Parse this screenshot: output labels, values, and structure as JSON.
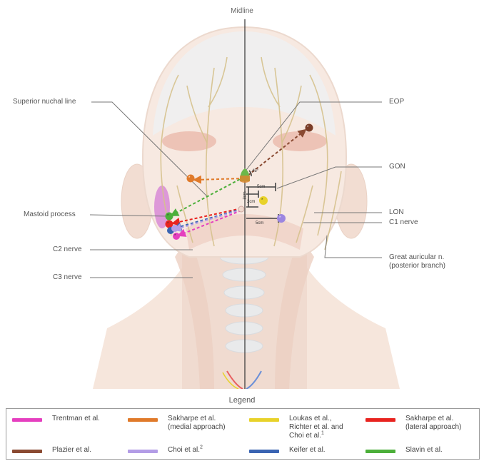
{
  "diagram": {
    "midline_label": "Midline",
    "anatomy_labels": {
      "superior_nuchal_line": "Superior nuchal line",
      "mastoid_process": "Mastoid process",
      "c2_nerve": "C2 nerve",
      "c3_nerve": "C3 nerve",
      "eop": "EOP",
      "gon": "GON",
      "lon": "LON",
      "c1_nerve": "C1 nerve",
      "great_auricular": "Great auricular n.\n(posterior branch)"
    },
    "measurements": {
      "angle": "45°",
      "d_5cm_top": "5cm",
      "d_2cm": "2cm",
      "d_3cm": "3cm",
      "d_5cm_bottom": "5cm"
    },
    "point_marker": "*"
  },
  "legend": {
    "title": "Legend",
    "items": [
      {
        "label": "Trentman et al.",
        "sup": "",
        "color": "#e53fbf"
      },
      {
        "label": "Sakharpe et al.\n(medial approach)",
        "sup": "",
        "color": "#e07a2a"
      },
      {
        "label": "Loukas et al.,\nRichter et al. and\nChoi et al.",
        "sup": "1",
        "color": "#e8d22a"
      },
      {
        "label": "Sakharpe et al.\n(lateral approach)",
        "sup": "",
        "color": "#e8231f"
      },
      {
        "label": "Plazier et al.",
        "sup": "",
        "color": "#8a4a32"
      },
      {
        "label": "Choi et al.",
        "sup": "2",
        "color": "#b39de6"
      },
      {
        "label": "Keifer et al.",
        "sup": "",
        "color": "#3a64b2"
      },
      {
        "label": "Slavin et al.",
        "sup": "",
        "color": "#4caf3a"
      }
    ]
  }
}
